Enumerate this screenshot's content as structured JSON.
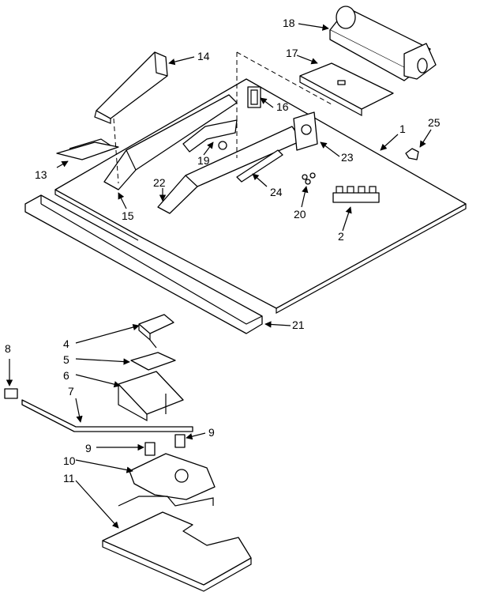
{
  "diagram": {
    "labels": {
      "l1": "1",
      "l2": "2",
      "l4": "4",
      "l5": "5",
      "l6": "6",
      "l7": "7",
      "l8": "8",
      "l9a": "9",
      "l9b": "9",
      "l10": "10",
      "l11": "11",
      "l13": "13",
      "l14": "14",
      "l15": "15",
      "l16": "16",
      "l17": "17",
      "l18": "18",
      "l19": "19",
      "l20": "20",
      "l21": "21",
      "l22": "22",
      "l23": "23",
      "l24": "24",
      "l25": "25"
    }
  }
}
